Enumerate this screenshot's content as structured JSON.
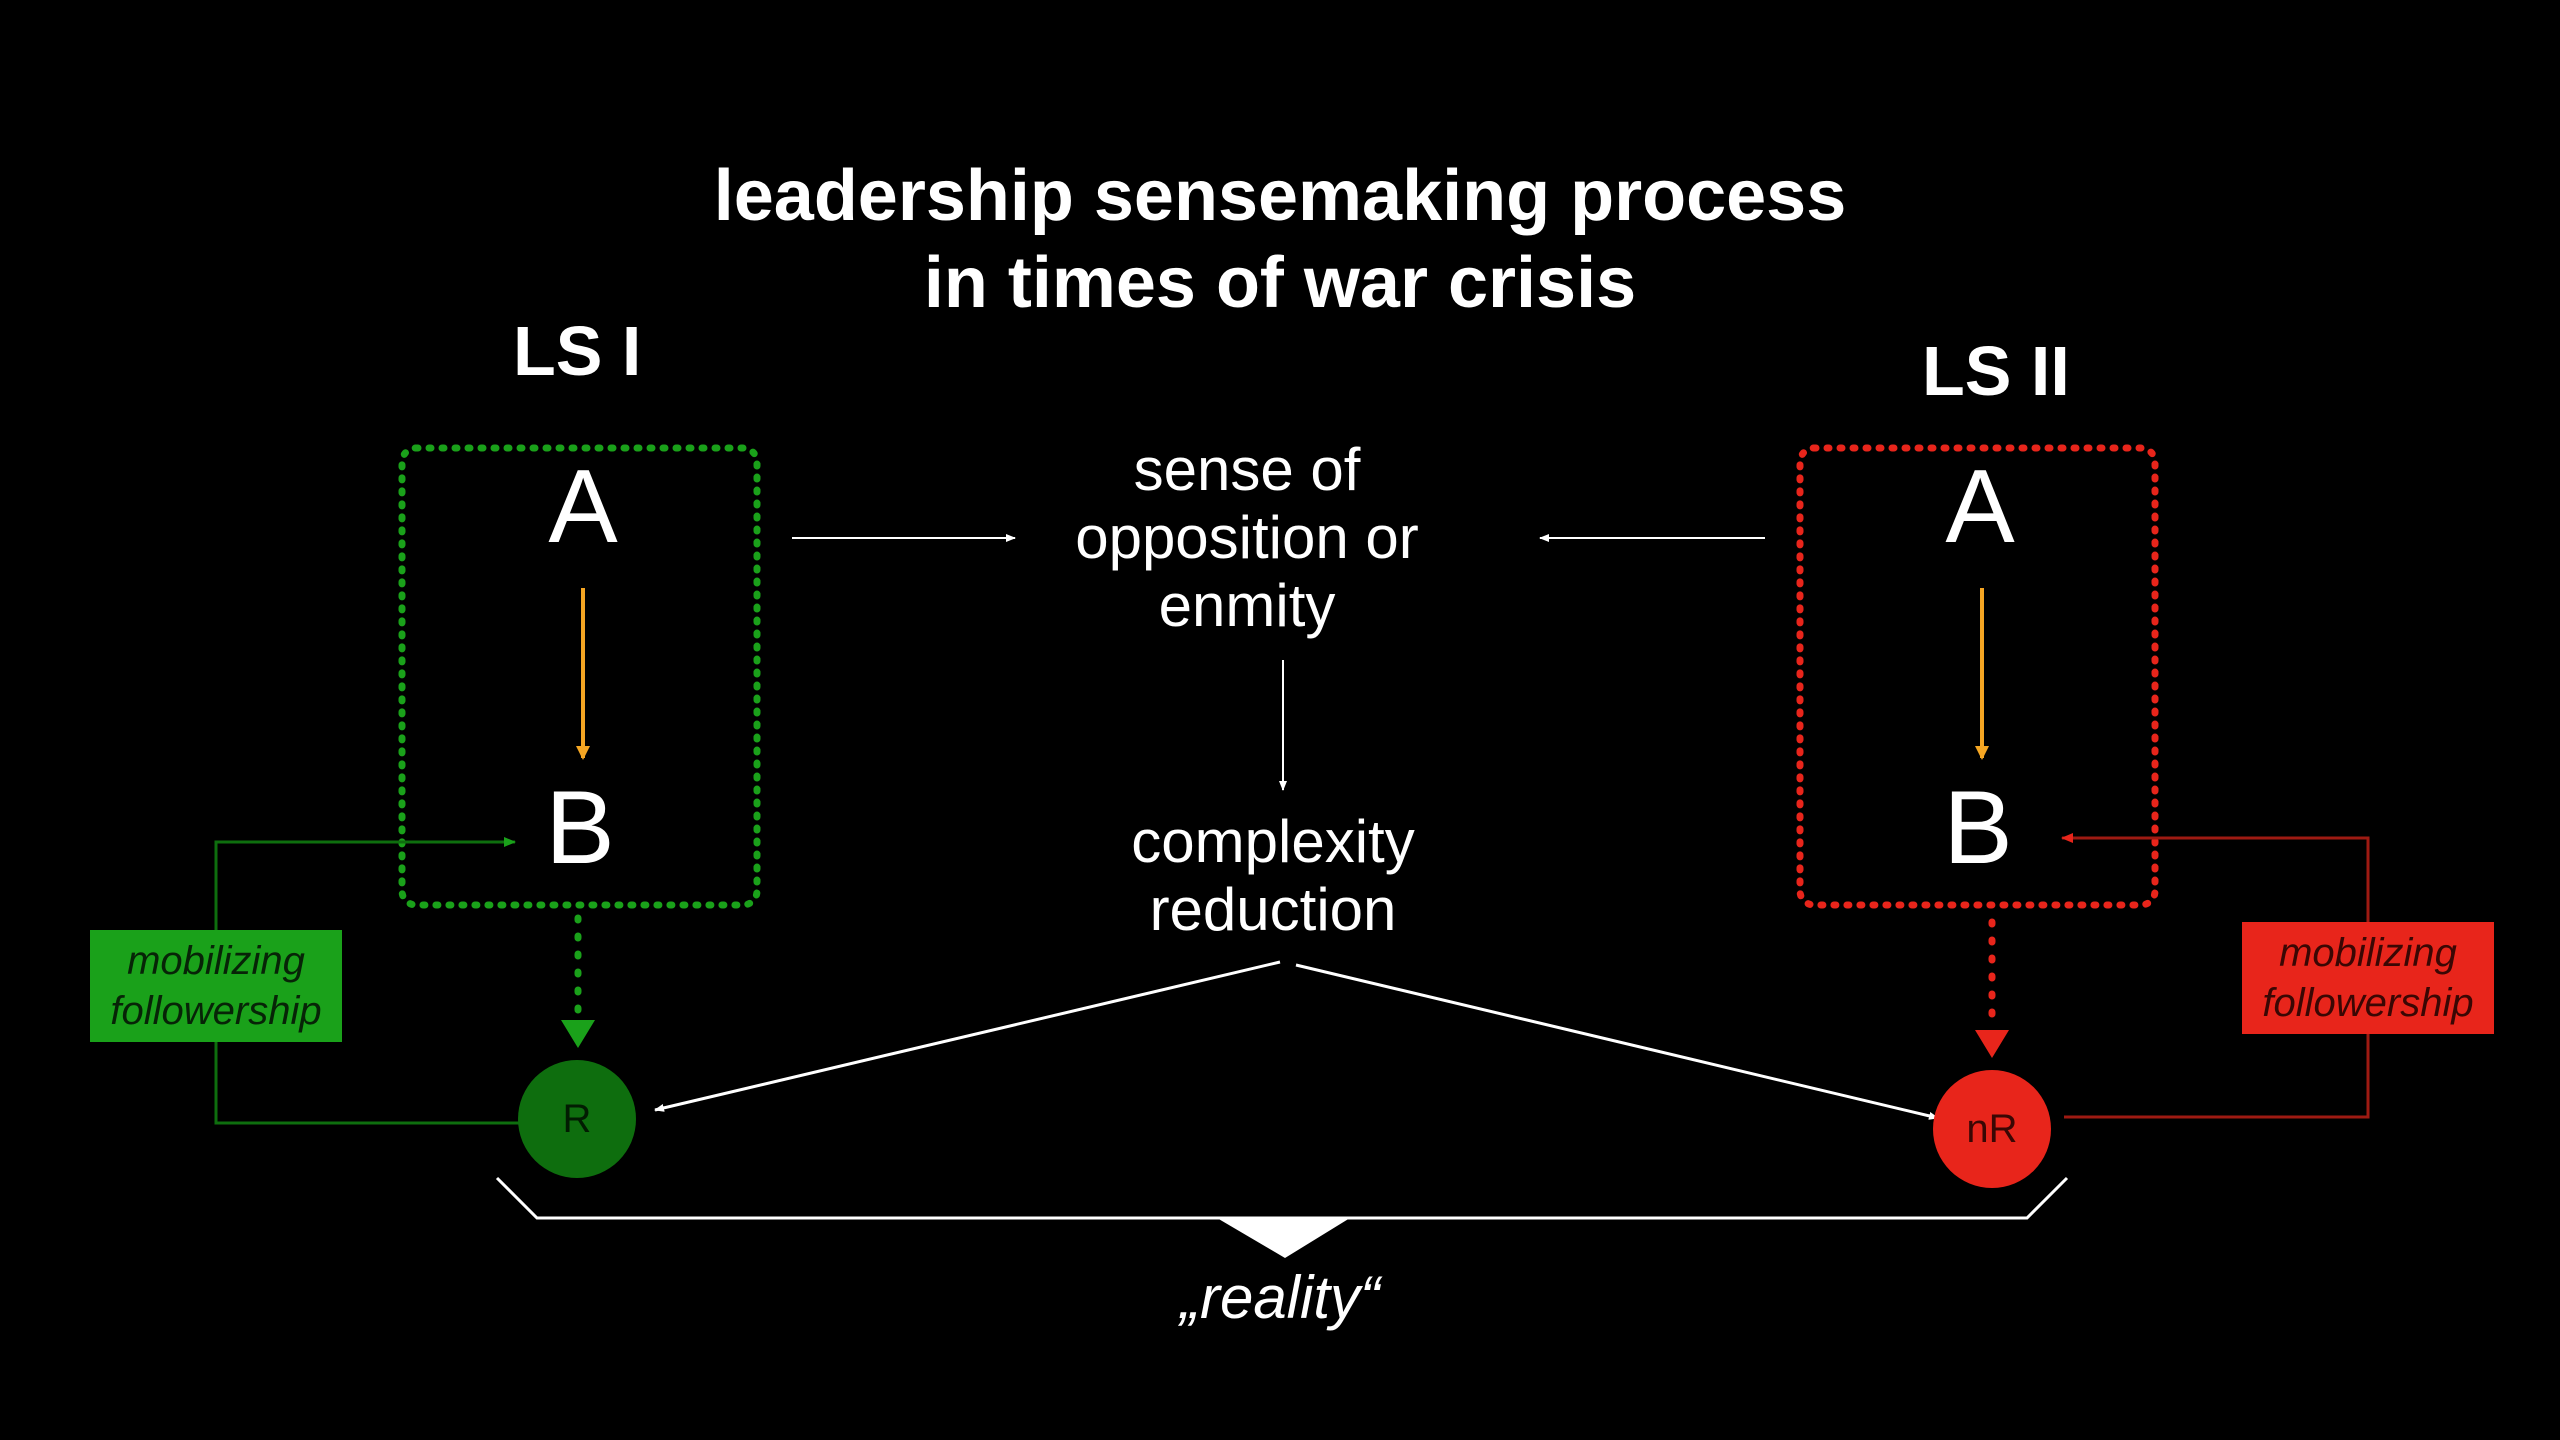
{
  "title": {
    "line1": "leadership sensemaking process",
    "line2": "in times of war crisis"
  },
  "left": {
    "heading": "LS I",
    "top_label": "A",
    "bottom_label": "B",
    "tag_line1": "mobilizing",
    "tag_line2": "followership",
    "result_label": "R",
    "color": "#1aa11a"
  },
  "right": {
    "heading": "LS II",
    "top_label": "A",
    "bottom_label": "B",
    "tag_line1": "mobilizing",
    "tag_line2": "followership",
    "result_label": "nR",
    "color": "#e8251b"
  },
  "center": {
    "opposition_line1": "sense of",
    "opposition_line2": "opposition or",
    "opposition_line3": "enmity",
    "reduction_line1": "complexity",
    "reduction_line2": "reduction"
  },
  "reality_label": "„reality“",
  "colors": {
    "background": "#000000",
    "green": "#1aa11a",
    "dark_green": "#0e6e0e",
    "red": "#e8251b",
    "orange": "#f5a623",
    "white": "#ffffff"
  }
}
